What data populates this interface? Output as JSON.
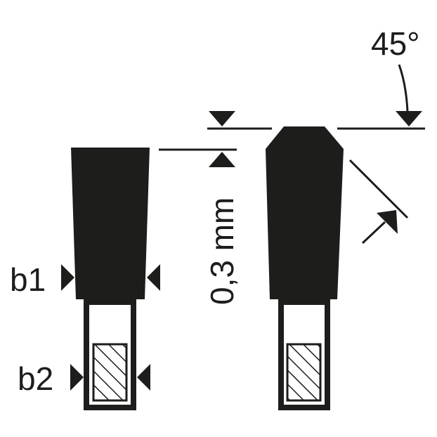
{
  "labels": {
    "b1": "b1",
    "b2": "b2",
    "offset": "0,3 mm",
    "angle": "45°"
  },
  "colors": {
    "ink": "#1d1d1b",
    "background": "#ffffff"
  }
}
